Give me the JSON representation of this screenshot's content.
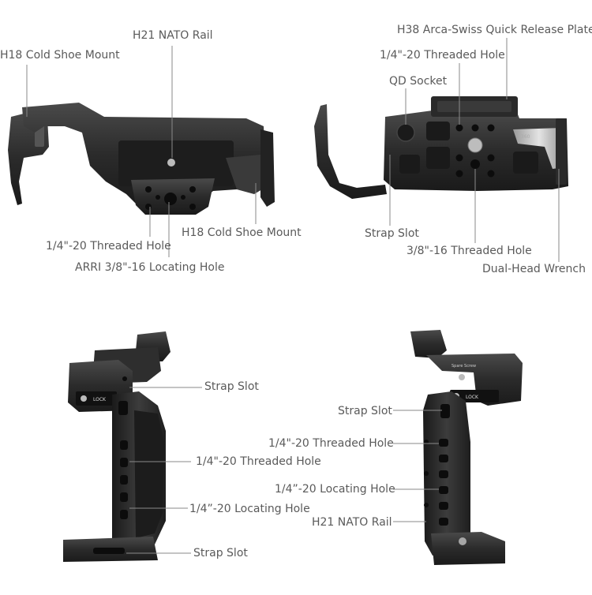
{
  "colors": {
    "metal": "#2b2b2b",
    "metal_light": "#444444",
    "metal_dark": "#151515",
    "hole": "#0c0c0c",
    "silver": "#c8c8c8",
    "label": "#5a5a5a",
    "leader": "#8a8a8a"
  },
  "top_left_view": {
    "label_h21_nato_rail": "H21 NATO Rail",
    "label_h18_cold_shoe_left": "H18 Cold Shoe Mount",
    "label_threaded_hole": "1/4\"-20 Threaded Hole",
    "label_h18_cold_shoe_right": "H18 Cold Shoe Mount",
    "label_arri_locating_hole": "ARRI 3/8\"-16 Locating Hole"
  },
  "top_right_view": {
    "label_arca_plate": "H38 Arca-Swiss Quick Release Plate",
    "label_threaded_hole": "1/4\"-20 Threaded Hole",
    "label_qd_socket": "QD Socket",
    "label_strap_slot": "Strap Slot",
    "label_threaded_hole_38": "3/8\"-16 Threaded Hole",
    "label_dual_head_wrench": "Dual-Head Wrench",
    "plate_marking": "360"
  },
  "bottom_left_view": {
    "label_strap_slot_top": "Strap Slot",
    "label_threaded_hole": "1/4\"-20 Threaded Hole",
    "label_locating_hole": "1/4”-20 Locating Hole",
    "label_strap_slot_bottom": "Strap Slot",
    "lock_text": "LOCK"
  },
  "bottom_right_view": {
    "label_strap_slot": "Strap Slot",
    "label_threaded_hole": "1/4\"-20 Threaded Hole",
    "label_locating_hole": "1/4”-20 Locating Hole",
    "label_h21_nato_rail": "H21 NATO Rail",
    "lock_text": "LOCK",
    "spare_screw_text": "Spare Screw"
  }
}
